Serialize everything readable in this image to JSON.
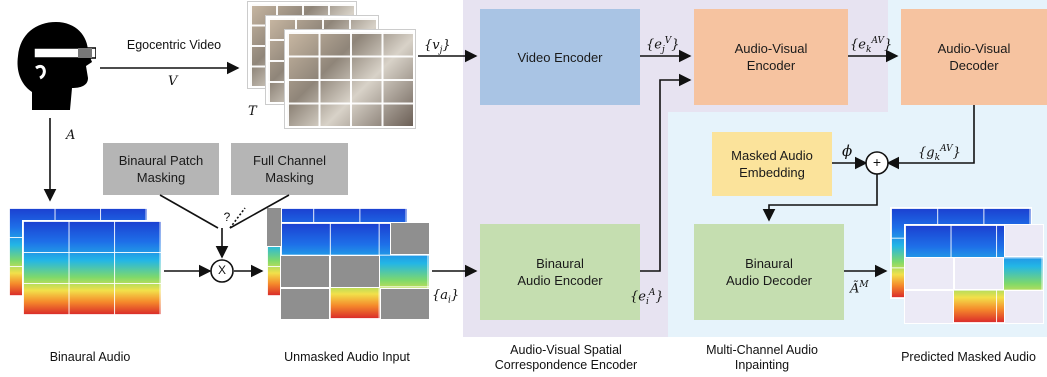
{
  "input": {
    "egocentric_video_label": "Egocentric Video",
    "video_symbol": "V",
    "audio_symbol": "A",
    "frames_symbol": "T",
    "video_tokens": "{v_j}",
    "audio_tokens": "{a_i}"
  },
  "masking": {
    "binaural_patch": "Binaural Patch\nMasking",
    "full_channel": "Full Channel\nMasking",
    "choice": "?",
    "combine": "X"
  },
  "encoder": {
    "video_encoder": "Video Encoder",
    "audio_visual_encoder": "Audio-Visual\nEncoder",
    "binaural_audio_encoder": "Binaural\nAudio Encoder",
    "video_embed": "{e_j^V}",
    "audio_embed": "{e_i^A}",
    "av_embed": "{e_k^AV}"
  },
  "decoder": {
    "audio_visual_decoder": "Audio-Visual\nDecoder",
    "masked_audio_embedding": "Masked Audio\nEmbedding",
    "binaural_audio_decoder": "Binaural\nAudio Decoder",
    "phi": "ϕ",
    "decoded_embed": "{g_k^AV}",
    "plus": "+",
    "output_symbol": "Ã^M"
  },
  "captions": {
    "binaural_audio": "Binaural Audio",
    "unmasked_input": "Unmasked Audio Input",
    "av_spatial": "Audio-Visual Spatial\nCorrespondence Encoder",
    "multi_channel": "Multi-Channel Audio\nInpainting",
    "predicted": "Predicted Masked Audio"
  },
  "colors": {
    "video_encoder": "#a9c4e4",
    "av_blocks": "#f6c3a0",
    "binaural_blocks": "#c5deb0",
    "embedding": "#fbe39b",
    "masking": "#b5b5b5",
    "encoder_region": "#e7e3f1",
    "inpainting_region": "#e6f3fb"
  }
}
